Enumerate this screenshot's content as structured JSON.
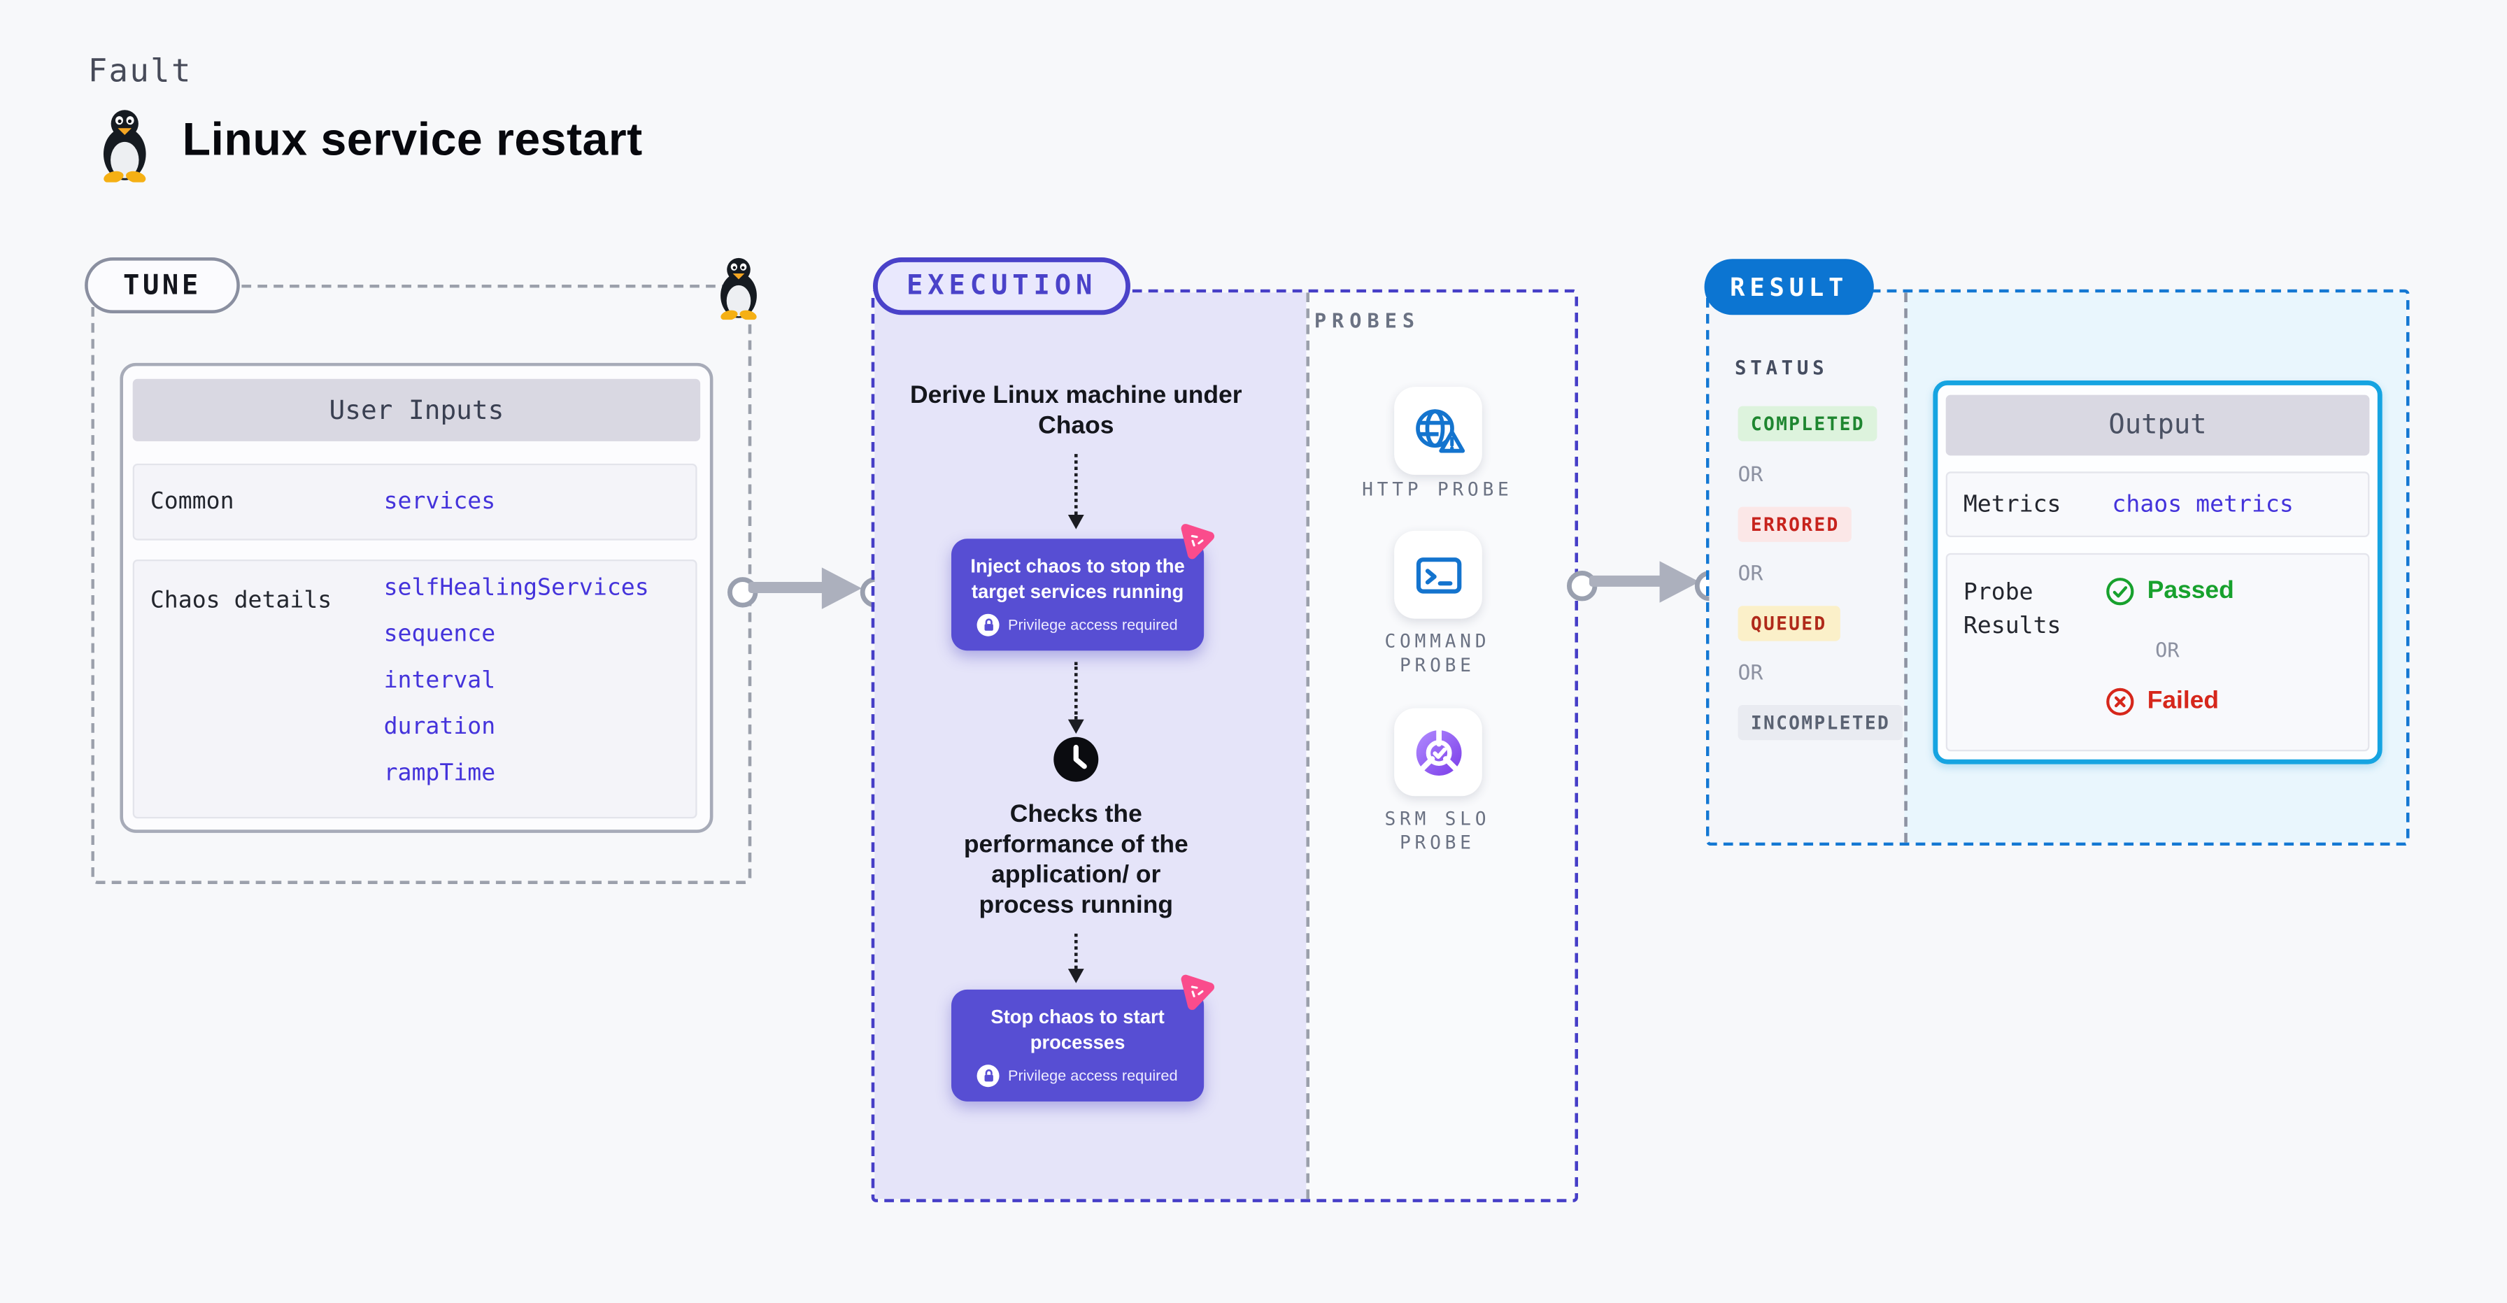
{
  "page": {
    "kicker": "Fault",
    "title": "Linux service restart"
  },
  "tune": {
    "badge": "TUNE",
    "table": {
      "header": "User Inputs",
      "rows": [
        {
          "label": "Common",
          "values": [
            "services"
          ]
        },
        {
          "label": "Chaos details",
          "values": [
            "selfHealingServices",
            "sequence",
            "interval",
            "duration",
            "rampTime"
          ]
        }
      ]
    }
  },
  "execution": {
    "badge": "EXECUTION",
    "step1": "Derive Linux machine under Chaos",
    "inject": {
      "title": "Inject chaos to stop the target services running",
      "note": "Privilege access required"
    },
    "check": "Checks the performance of the application/ or process running",
    "stop": {
      "title": "Stop chaos to start processes",
      "note": "Privilege access required"
    }
  },
  "probes": {
    "label": "PROBES",
    "items": [
      {
        "name": "HTTP PROBE",
        "icon": "globe-alert-icon"
      },
      {
        "name": "COMMAND PROBE",
        "icon": "terminal-icon"
      },
      {
        "name": "SRM SLO PROBE",
        "icon": "slo-gauge-icon"
      }
    ]
  },
  "result": {
    "badge": "RESULT",
    "status": {
      "label": "STATUS",
      "or": "OR",
      "options": [
        "COMPLETED",
        "ERRORED",
        "QUEUED",
        "INCOMPLETED"
      ]
    },
    "output": {
      "header": "Output",
      "metrics_label": "Metrics",
      "metrics_value": "chaos metrics",
      "probe_label": "Probe Results",
      "passed": "Passed",
      "or": "OR",
      "failed": "Failed"
    }
  },
  "colors": {
    "accent_indigo": "#574ED3",
    "accent_blue": "#0C75D2",
    "accent_cyan": "#16A4E1",
    "link": "#4433DB",
    "chaos_pink": "#FA4C8C",
    "passed_green": "#17A12D",
    "failed_red": "#D6271B"
  }
}
